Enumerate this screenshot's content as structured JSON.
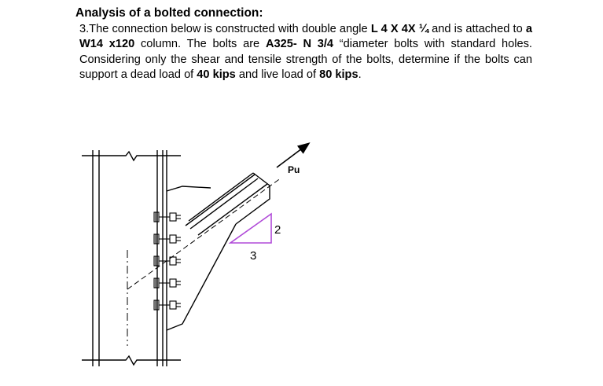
{
  "heading": "Analysis of a bolted connection:",
  "problem": {
    "t1": "3.The connection below is constructed with double angle ",
    "b1": "L 4 X 4X ¼",
    "t2": " and is attached to ",
    "b2": "a W14 x120",
    "t3": " column. The bolts are ",
    "b3": "A325- N 3/4",
    "t4": " “diameter bolts with standard holes. Considering only the shear and tensile strength of the bolts, determine if the bolts can support a dead load of ",
    "b4": "40 kips",
    "t5": " and live load of ",
    "b5": "80 kips",
    "t6": "."
  },
  "figure": {
    "load_label": "Pu",
    "slope_rise": "2",
    "slope_run": "3",
    "triangle_color": "#b04ad8",
    "bolt_count": 5
  }
}
